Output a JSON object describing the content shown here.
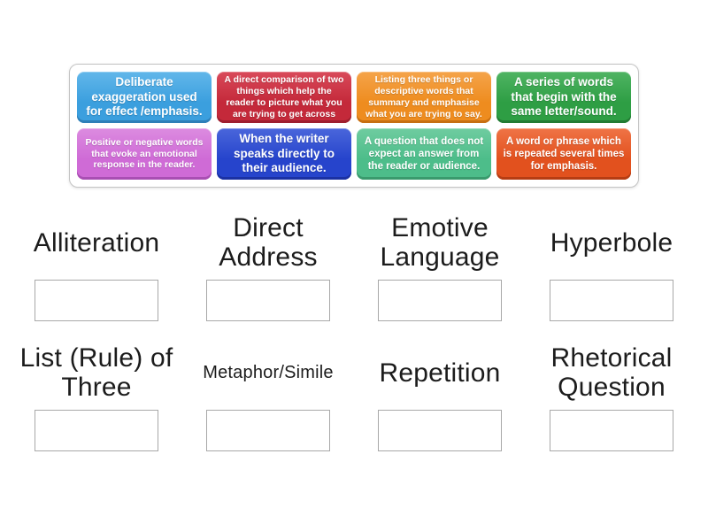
{
  "page": {
    "background": "#ffffff",
    "activity_type": "definition-matching group sort"
  },
  "tray": {
    "border_color": "#c4c4c4",
    "cards": [
      {
        "text": "Deliberate exaggeration used for effect /emphasis.",
        "color_light": "#62B7EA",
        "color": "#3B9FDE",
        "color_dark": "#2F7FB8",
        "text_color": "#ffffff"
      },
      {
        "text": "A direct comparison of two things which help the reader to picture what you are trying to get across",
        "color_light": "#D94A5A",
        "color": "#C4293A",
        "color_dark": "#9E1F2F",
        "text_color": "#ffffff"
      },
      {
        "text": "Listing three things or descriptive words that summary and emphasise what you are trying to say.",
        "color_light": "#F5A44A",
        "color": "#EE8C1F",
        "color_dark": "#C76F12",
        "text_color": "#ffffff"
      },
      {
        "text": "A series of words that begin with the same letter/sound.",
        "color_light": "#4FB463",
        "color": "#2E9E44",
        "color_dark": "#227B33",
        "text_color": "#ffffff"
      },
      {
        "text": "Positive or negative words that evoke an emotional response in the reader.",
        "color_light": "#DC8BE0",
        "color": "#CF6BD6",
        "color_dark": "#A94FB3",
        "text_color": "#ffffff"
      },
      {
        "text": "When the writer speaks directly to their audience.",
        "color_light": "#4A66DB",
        "color": "#2644CC",
        "color_dark": "#1B31A3",
        "text_color": "#ffffff"
      },
      {
        "text": "A question that does not expect an answer from the reader or audience.",
        "color_light": "#6FCCA0",
        "color": "#4DBD8A",
        "color_dark": "#3A9A6D",
        "text_color": "#ffffff"
      },
      {
        "text": "A word or phrase which is repeated several times for emphasis.",
        "color_light": "#EF7446",
        "color": "#E2511E",
        "color_dark": "#B63D13",
        "text_color": "#ffffff"
      }
    ]
  },
  "categories": [
    {
      "label": "Alliteration"
    },
    {
      "label": "Direct Address"
    },
    {
      "label": "Emotive Language"
    },
    {
      "label": "Hyperbole"
    },
    {
      "label": "List (Rule) of Three"
    },
    {
      "label": "Metaphor/Simile"
    },
    {
      "label": "Repetition"
    },
    {
      "label": "Rhetorical Question"
    }
  ],
  "label_text_color": "#1c1c1c"
}
